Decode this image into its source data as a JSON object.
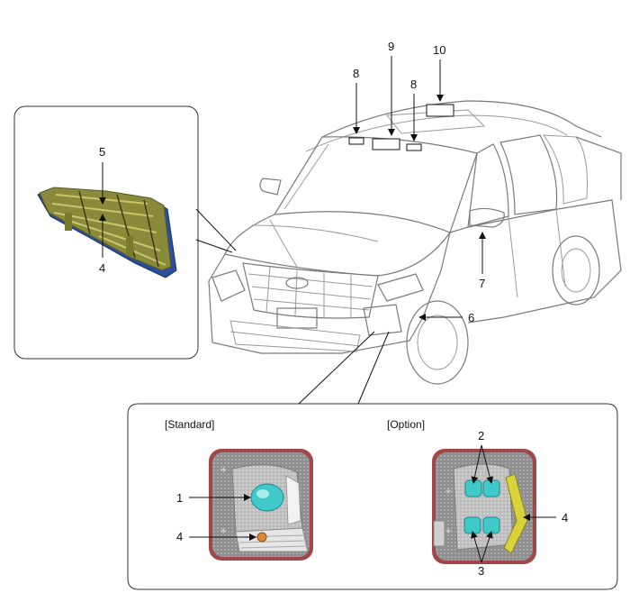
{
  "callouts": {
    "n1": "1",
    "n2": "2",
    "n3": "3",
    "n4": "4",
    "n5": "5",
    "n6": "6",
    "n7": "7",
    "n8": "8",
    "n9": "9",
    "n10": "10"
  },
  "captions": {
    "standard": "[Standard]",
    "option": "[Option]"
  },
  "colors": {
    "sensor_cyan": "#3fc9c9",
    "sensor_orange": "#d88a3a",
    "highlight_yellow": "#d9d23a",
    "grille_blue": "#2b4fa0",
    "grille_olive": "#8a8a3a",
    "housing_red": "#a04848"
  }
}
